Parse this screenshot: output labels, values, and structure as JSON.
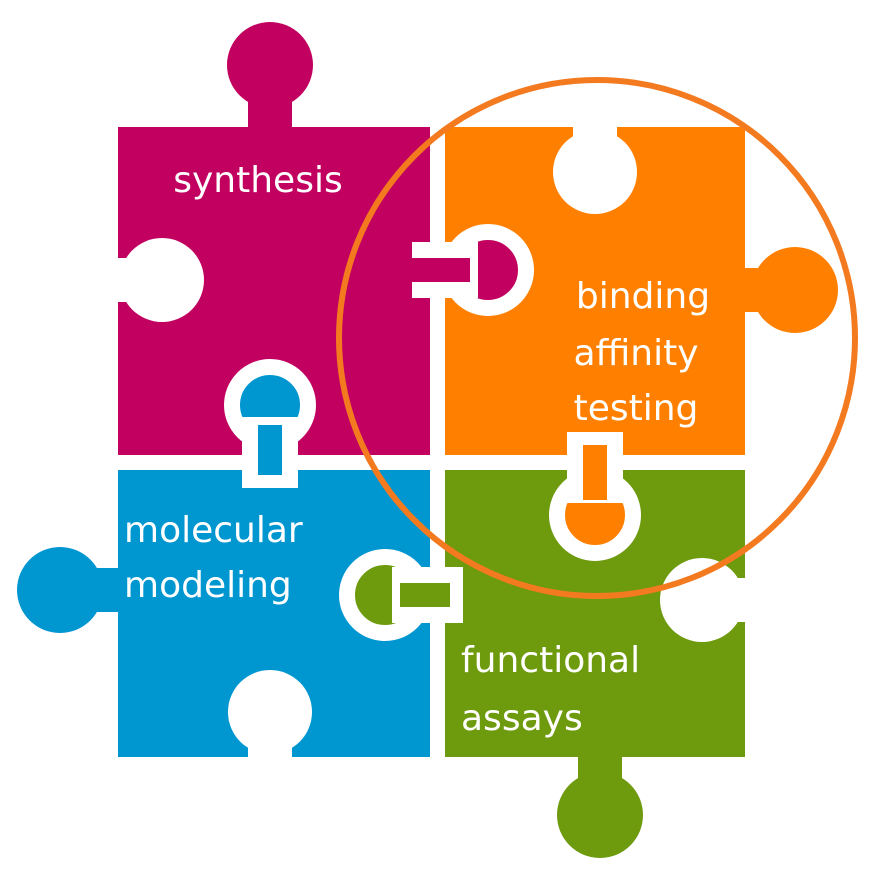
{
  "colors": {
    "synthesis": "#C2005F",
    "binding": "#FF8000",
    "modeling": "#0096D0",
    "assays": "#6E9A0E",
    "highlight": "#F47A20"
  },
  "pieces": {
    "synthesis": {
      "lines": [
        "synthesis"
      ]
    },
    "binding": {
      "lines": [
        "binding",
        "affinity",
        "testing"
      ]
    },
    "modeling": {
      "lines": [
        "molecular",
        "modeling"
      ]
    },
    "assays": {
      "lines": [
        "functional",
        "assays"
      ]
    }
  }
}
